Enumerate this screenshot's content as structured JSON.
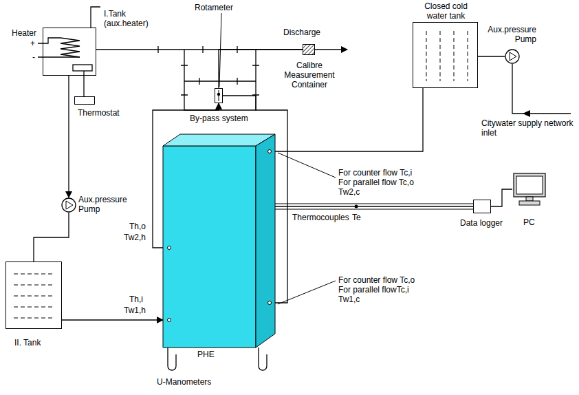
{
  "diagram": {
    "nodes": [
      {
        "text": [
          "I.Tank (aux.heater)",
          "Heater"
        ]
      },
      {
        "text": [
          "Rotameter"
        ]
      },
      {
        "text": [
          "Calibre Measurement Container"
        ]
      },
      {
        "text": [
          "Closed cold water tank"
        ]
      },
      {
        "text": [
          "Aux.pressure Pump"
        ]
      },
      {
        "text": [
          "Thermostat"
        ]
      },
      {
        "text": [
          "Aux.pressure Pump"
        ]
      },
      {
        "text": [
          "PHE"
        ]
      },
      {
        "text": [
          "Data logger"
        ]
      },
      {
        "text": [
          "PC"
        ]
      },
      {
        "text": [
          "II. Tank"
        ]
      }
    ],
    "edges": [
      {
        "from": 0,
        "to": 5,
        "arrow": "none"
      },
      {
        "from": 0,
        "to": 2,
        "arrow": "none"
      },
      {
        "from": 7,
        "to": 1,
        "arrow": "to"
      },
      {
        "from": 1,
        "to": 2,
        "arrow": "none"
      },
      {
        "from": 4,
        "to": 3,
        "arrow": "none"
      },
      {
        "from": 3,
        "to": 7,
        "arrow": "none"
      },
      {
        "from": 7,
        "to": 1,
        "arrow": "none"
      },
      {
        "from": 0,
        "to": 6,
        "arrow": "to"
      },
      {
        "from": 6,
        "to": 10,
        "arrow": "none"
      },
      {
        "from": 10,
        "to": 7,
        "arrow": "to"
      },
      {
        "from": 7,
        "to": 8,
        "arrow": "none"
      },
      {
        "from": 8,
        "to": 9,
        "arrow": "none"
      }
    ],
    "labels": [
      "+",
      "-",
      "Discharge",
      "By-pass system",
      "Citywater supply network inlet",
      "For counter flow Tc,i",
      "For parallel flow Tc,o",
      "Tw2,c",
      "Th,o",
      "Tw2,h",
      "Thermocouples",
      "Te",
      "For counter flow Tc,o",
      "For parallel flowTc,i",
      "Tw1,c",
      "Th,i",
      "Tw1,h",
      "U-Manometers"
    ]
  }
}
